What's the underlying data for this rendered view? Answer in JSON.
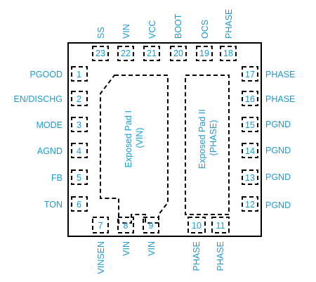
{
  "colors": {
    "outline": "#000000",
    "text": "#1a9bd3",
    "background": "#ffffff"
  },
  "pins": {
    "left": [
      {
        "number": "1",
        "name": "PGOOD"
      },
      {
        "number": "2",
        "name": "EN/DISCHG"
      },
      {
        "number": "3",
        "name": "MODE"
      },
      {
        "number": "4",
        "name": "AGND"
      },
      {
        "number": "5",
        "name": "FB"
      },
      {
        "number": "6",
        "name": "TON"
      }
    ],
    "bottom": [
      {
        "number": "7",
        "name": "VINSEN"
      },
      {
        "number": "8",
        "name": "VIN"
      },
      {
        "number": "9",
        "name": "VIN"
      },
      {
        "number": "10",
        "name": "PHASE"
      },
      {
        "number": "11",
        "name": "PHASE"
      }
    ],
    "right": [
      {
        "number": "12",
        "name": "PGND"
      },
      {
        "number": "13",
        "name": "PGND"
      },
      {
        "number": "14",
        "name": "PGND"
      },
      {
        "number": "15",
        "name": "PGND"
      },
      {
        "number": "16",
        "name": "PHASE"
      },
      {
        "number": "17",
        "name": "PHASE"
      }
    ],
    "top": [
      {
        "number": "18",
        "name": "PHASE"
      },
      {
        "number": "19",
        "name": "OCS"
      },
      {
        "number": "20",
        "name": "BOOT"
      },
      {
        "number": "21",
        "name": "VCC"
      },
      {
        "number": "22",
        "name": "VIN"
      },
      {
        "number": "23",
        "name": "SS"
      }
    ]
  },
  "pads": {
    "pad1": {
      "line1": "Exposed Pad I",
      "line2": "(VIN)"
    },
    "pad2": {
      "line1": "Exposed Pad II",
      "line2": "(PHASE)"
    }
  }
}
